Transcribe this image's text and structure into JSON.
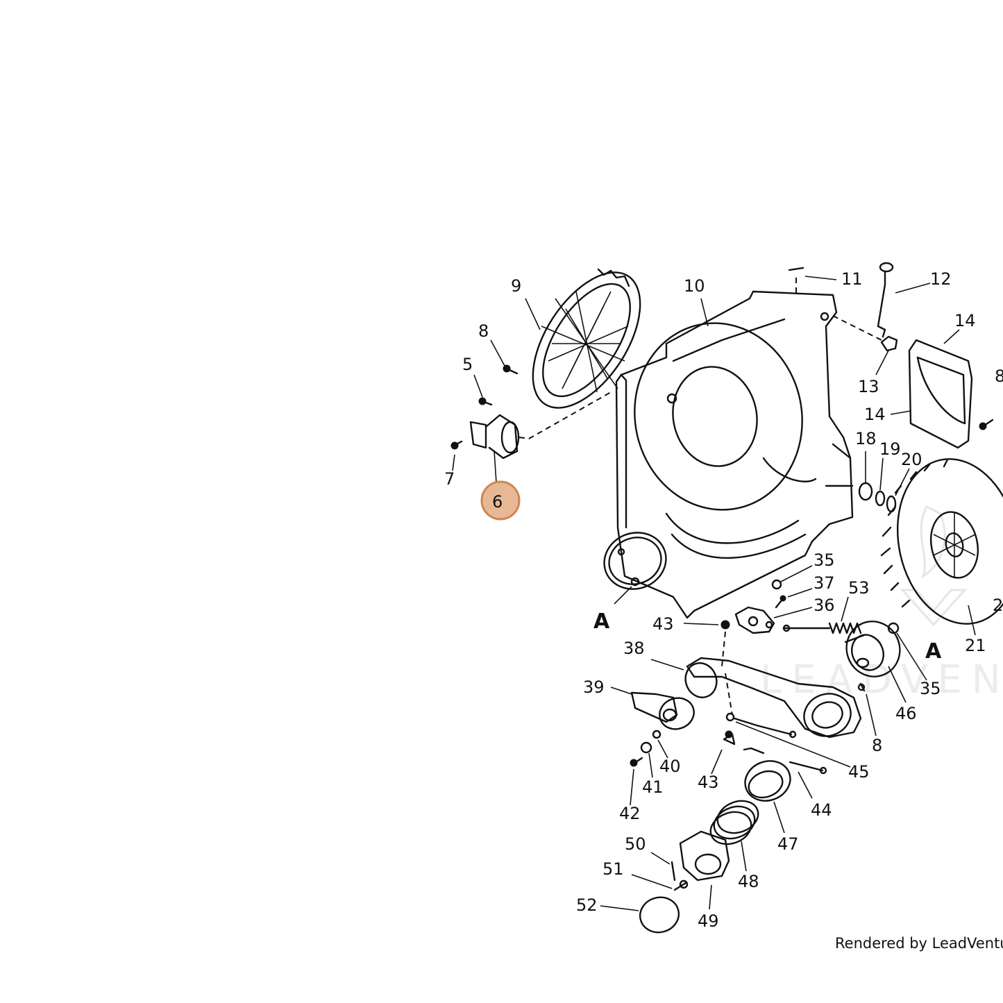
{
  "diagram": {
    "highlighted_part": "6",
    "highlight_color": "#dda274",
    "ref_mark": "A",
    "watermark": "LEADVENT",
    "footer": "Rendered by LeadVentur",
    "callouts": [
      {
        "id": "c9",
        "text": "9"
      },
      {
        "id": "c10",
        "text": "10"
      },
      {
        "id": "c11",
        "text": "11"
      },
      {
        "id": "c12",
        "text": "12"
      },
      {
        "id": "c14a",
        "text": "14"
      },
      {
        "id": "c8a",
        "text": "8"
      },
      {
        "id": "c8b",
        "text": "8"
      },
      {
        "id": "c5",
        "text": "5"
      },
      {
        "id": "c13",
        "text": "13"
      },
      {
        "id": "c14b",
        "text": "14"
      },
      {
        "id": "c7",
        "text": "7"
      },
      {
        "id": "c18",
        "text": "18"
      },
      {
        "id": "c19",
        "text": "19"
      },
      {
        "id": "c20",
        "text": "20"
      },
      {
        "id": "c35a",
        "text": "35"
      },
      {
        "id": "c37",
        "text": "37"
      },
      {
        "id": "c36",
        "text": "36"
      },
      {
        "id": "c53",
        "text": "53"
      },
      {
        "id": "c2x",
        "text": "2"
      },
      {
        "id": "c21",
        "text": "21"
      },
      {
        "id": "c43a",
        "text": "43"
      },
      {
        "id": "c38",
        "text": "38"
      },
      {
        "id": "c35b",
        "text": "35"
      },
      {
        "id": "c46",
        "text": "46"
      },
      {
        "id": "c39",
        "text": "39"
      },
      {
        "id": "c8c",
        "text": "8"
      },
      {
        "id": "c40",
        "text": "40"
      },
      {
        "id": "c45",
        "text": "45"
      },
      {
        "id": "c41",
        "text": "41"
      },
      {
        "id": "c43b",
        "text": "43"
      },
      {
        "id": "c44",
        "text": "44"
      },
      {
        "id": "c42",
        "text": "42"
      },
      {
        "id": "c47",
        "text": "47"
      },
      {
        "id": "c50",
        "text": "50"
      },
      {
        "id": "c48",
        "text": "48"
      },
      {
        "id": "c51",
        "text": "51"
      },
      {
        "id": "c52",
        "text": "52"
      },
      {
        "id": "c49",
        "text": "49"
      }
    ]
  }
}
